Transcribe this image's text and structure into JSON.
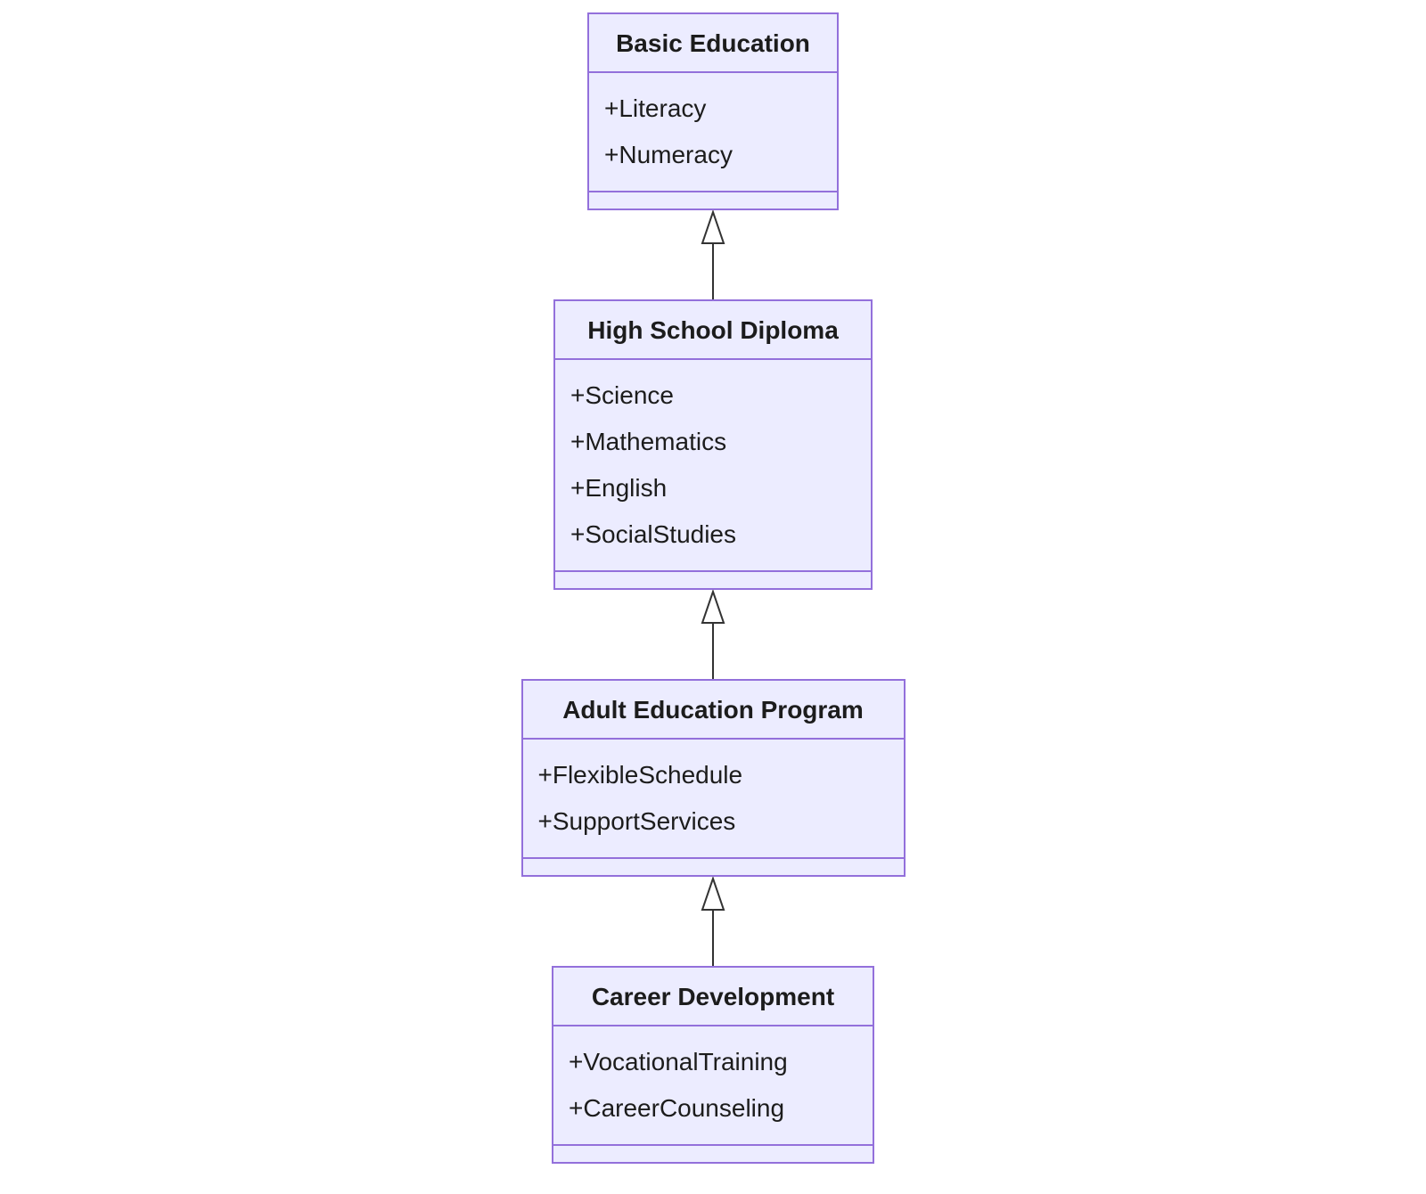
{
  "diagram_type": "class-inheritance-diagram",
  "colors": {
    "box_fill": "#ECECFF",
    "box_border": "#9370DB",
    "text": "#1c1c1c",
    "arrow": "#333333",
    "background": "#ffffff"
  },
  "classes": [
    {
      "name": "Basic Education",
      "members": [
        "+Literacy",
        "+Numeracy"
      ]
    },
    {
      "name": "High School Diploma",
      "members": [
        "+Science",
        "+Mathematics",
        "+English",
        "+SocialStudies"
      ]
    },
    {
      "name": "Adult Education Program",
      "members": [
        "+FlexibleSchedule",
        "+SupportServices"
      ]
    },
    {
      "name": "Career Development",
      "members": [
        "+VocationalTraining",
        "+CareerCounseling"
      ]
    }
  ],
  "relations": [
    {
      "from": "High School Diploma",
      "to": "Basic Education",
      "type": "inheritance"
    },
    {
      "from": "Adult Education Program",
      "to": "High School Diploma",
      "type": "inheritance"
    },
    {
      "from": "Career Development",
      "to": "Adult Education Program",
      "type": "inheritance"
    }
  ]
}
